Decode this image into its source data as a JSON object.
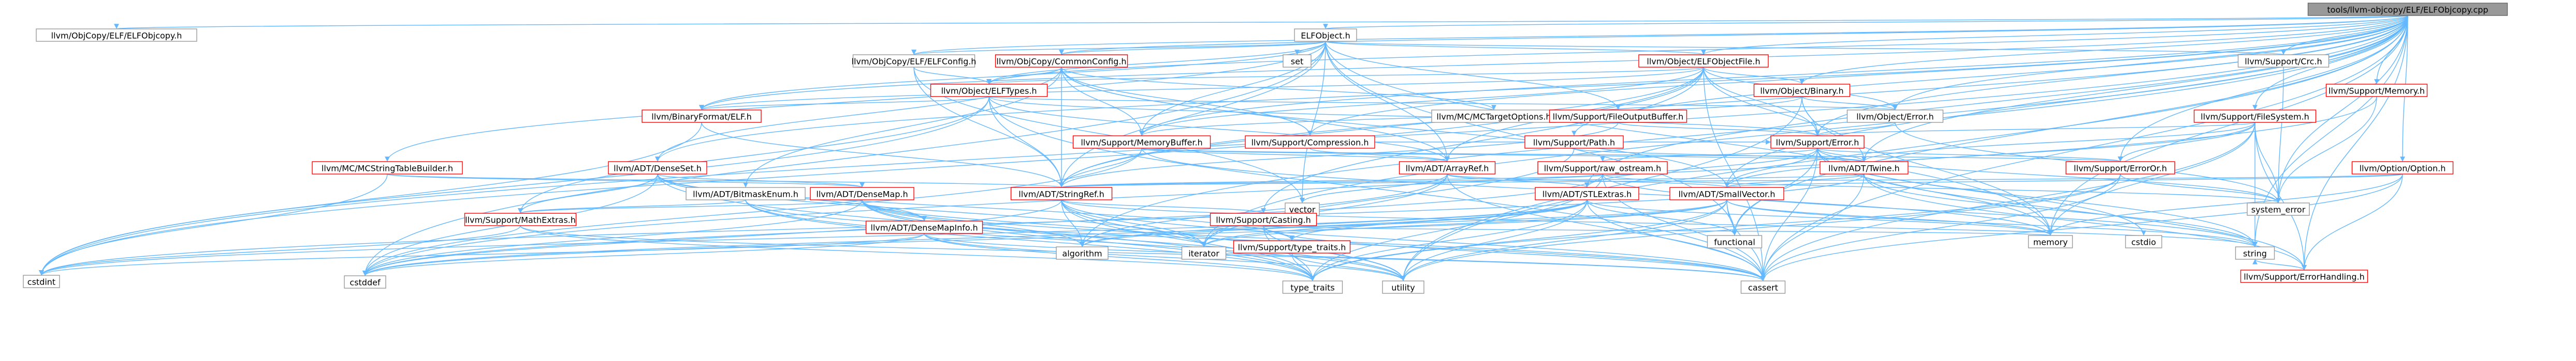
{
  "title": "",
  "colors": {
    "edge": "#63b8ff",
    "node_fill": "#ffffff",
    "node_border_normal": "#999999",
    "node_border_linked": "#ff0000",
    "root_fill": "#999999",
    "root_border": "#666666",
    "text": "#000000"
  },
  "nodes": [
    {
      "id": "root",
      "label": "tools/llvm-objcopy/ELF/ELFObjcopy.cpp",
      "kind": "root"
    },
    {
      "id": "elfobjcopy_h",
      "label": "llvm/ObjCopy/ELF/ELFObjcopy.h",
      "kind": "normal"
    },
    {
      "id": "elfobject_h",
      "label": "ELFObject.h",
      "kind": "normal"
    },
    {
      "id": "set",
      "label": "set",
      "kind": "normal"
    },
    {
      "id": "elfconfig_h",
      "label": "llvm/ObjCopy/ELF/ELFConfig.h",
      "kind": "normal"
    },
    {
      "id": "commonconfig_h",
      "label": "llvm/ObjCopy/CommonConfig.h",
      "kind": "linked"
    },
    {
      "id": "elfobjectfile_h",
      "label": "llvm/Object/ELFObjectFile.h",
      "kind": "linked"
    },
    {
      "id": "crc_h",
      "label": "llvm/Support/Crc.h",
      "kind": "normal"
    },
    {
      "id": "memory_h",
      "label": "llvm/Support/Memory.h",
      "kind": "linked"
    },
    {
      "id": "elftypes_h",
      "label": "llvm/Object/ELFTypes.h",
      "kind": "linked"
    },
    {
      "id": "binary_h",
      "label": "llvm/Object/Binary.h",
      "kind": "linked"
    },
    {
      "id": "binaryformat_elf_h",
      "label": "llvm/BinaryFormat/ELF.h",
      "kind": "linked"
    },
    {
      "id": "mctargetoptions_h",
      "label": "llvm/MC/MCTargetOptions.h",
      "kind": "normal"
    },
    {
      "id": "fileoutputbuffer_h",
      "label": "llvm/Support/FileOutputBuffer.h",
      "kind": "linked"
    },
    {
      "id": "object_error_h",
      "label": "llvm/Object/Error.h",
      "kind": "normal"
    },
    {
      "id": "filesystem_h",
      "label": "llvm/Support/FileSystem.h",
      "kind": "linked"
    },
    {
      "id": "memorybuffer_h",
      "label": "llvm/Support/MemoryBuffer.h",
      "kind": "linked"
    },
    {
      "id": "compression_h",
      "label": "llvm/Support/Compression.h",
      "kind": "linked"
    },
    {
      "id": "path_h",
      "label": "llvm/Support/Path.h",
      "kind": "linked"
    },
    {
      "id": "error_h",
      "label": "llvm/Support/Error.h",
      "kind": "linked"
    },
    {
      "id": "mcstrtab_h",
      "label": "llvm/MC/MCStringTableBuilder.h",
      "kind": "linked"
    },
    {
      "id": "denseset_h",
      "label": "llvm/ADT/DenseSet.h",
      "kind": "linked"
    },
    {
      "id": "arrayref_h",
      "label": "llvm/ADT/ArrayRef.h",
      "kind": "linked"
    },
    {
      "id": "rawostream_h",
      "label": "llvm/Support/raw_ostream.h",
      "kind": "linked"
    },
    {
      "id": "twine_h",
      "label": "llvm/ADT/Twine.h",
      "kind": "linked"
    },
    {
      "id": "erroror_h",
      "label": "llvm/Support/ErrorOr.h",
      "kind": "linked"
    },
    {
      "id": "option_h",
      "label": "llvm/Option/Option.h",
      "kind": "linked"
    },
    {
      "id": "bitmaskenum_h",
      "label": "llvm/ADT/BitmaskEnum.h",
      "kind": "normal"
    },
    {
      "id": "densemap_h",
      "label": "llvm/ADT/DenseMap.h",
      "kind": "linked"
    },
    {
      "id": "stringref_h",
      "label": "llvm/ADT/StringRef.h",
      "kind": "linked"
    },
    {
      "id": "stlextras_h",
      "label": "llvm/ADT/STLExtras.h",
      "kind": "linked"
    },
    {
      "id": "smallvector_h",
      "label": "llvm/ADT/SmallVector.h",
      "kind": "linked"
    },
    {
      "id": "vector",
      "label": "vector",
      "kind": "normal"
    },
    {
      "id": "system_error",
      "label": "system_error",
      "kind": "normal"
    },
    {
      "id": "casting_h",
      "label": "llvm/Support/Casting.h",
      "kind": "linked"
    },
    {
      "id": "mathextras_h",
      "label": "llvm/Support/MathExtras.h",
      "kind": "linked"
    },
    {
      "id": "densemapinfo_h",
      "label": "llvm/ADT/DenseMapInfo.h",
      "kind": "linked"
    },
    {
      "id": "typetraits_sup_h",
      "label": "llvm/Support/type_traits.h",
      "kind": "linked"
    },
    {
      "id": "functional",
      "label": "functional",
      "kind": "normal"
    },
    {
      "id": "memory",
      "label": "memory",
      "kind": "normal"
    },
    {
      "id": "cstdio",
      "label": "cstdio",
      "kind": "normal"
    },
    {
      "id": "string",
      "label": "string",
      "kind": "normal"
    },
    {
      "id": "errorhandling_h",
      "label": "llvm/Support/ErrorHandling.h",
      "kind": "linked"
    },
    {
      "id": "algorithm",
      "label": "algorithm",
      "kind": "normal"
    },
    {
      "id": "iterator",
      "label": "iterator",
      "kind": "normal"
    },
    {
      "id": "cstdint",
      "label": "cstdint",
      "kind": "normal"
    },
    {
      "id": "cstddef",
      "label": "cstddef",
      "kind": "normal"
    },
    {
      "id": "type_traits",
      "label": "type_traits",
      "kind": "normal"
    },
    {
      "id": "utility",
      "label": "utility",
      "kind": "normal"
    },
    {
      "id": "cassert",
      "label": "cassert",
      "kind": "normal"
    }
  ],
  "edges": [
    [
      "root",
      "elfobjcopy_h"
    ],
    [
      "root",
      "elfobject_h"
    ],
    [
      "root",
      "elfconfig_h"
    ],
    [
      "root",
      "commonconfig_h"
    ],
    [
      "root",
      "elfobjectfile_h"
    ],
    [
      "root",
      "crc_h"
    ],
    [
      "root",
      "memory_h"
    ],
    [
      "root",
      "binary_h"
    ],
    [
      "root",
      "object_error_h"
    ],
    [
      "root",
      "filesystem_h"
    ],
    [
      "root",
      "memorybuffer_h"
    ],
    [
      "root",
      "compression_h"
    ],
    [
      "root",
      "path_h"
    ],
    [
      "root",
      "error_h"
    ],
    [
      "root",
      "denseset_h"
    ],
    [
      "root",
      "twine_h"
    ],
    [
      "root",
      "erroror_h"
    ],
    [
      "root",
      "option_h"
    ],
    [
      "root",
      "stringref_h"
    ],
    [
      "root",
      "stlextras_h"
    ],
    [
      "root",
      "smallvector_h"
    ],
    [
      "root",
      "functional"
    ],
    [
      "root",
      "memory"
    ],
    [
      "root",
      "string"
    ],
    [
      "root",
      "system_error"
    ],
    [
      "root",
      "errorhandling_h"
    ],
    [
      "root",
      "algorithm"
    ],
    [
      "root",
      "cstdint"
    ],
    [
      "root",
      "utility"
    ],
    [
      "root",
      "cassert"
    ],
    [
      "root",
      "iterator"
    ],
    [
      "root",
      "binaryformat_elf_h"
    ],
    [
      "root",
      "elftypes_h"
    ],
    [
      "elfobject_h",
      "set"
    ],
    [
      "elfobject_h",
      "commonconfig_h"
    ],
    [
      "elfobject_h",
      "elfobjectfile_h"
    ],
    [
      "elfobject_h",
      "crc_h"
    ],
    [
      "elfobject_h",
      "memorybuffer_h"
    ],
    [
      "elfobject_h",
      "fileoutputbuffer_h"
    ],
    [
      "elfobject_h",
      "mcstrtab_h"
    ],
    [
      "elfobject_h",
      "arrayref_h"
    ],
    [
      "elfobject_h",
      "stringref_h"
    ],
    [
      "elfobject_h",
      "binaryformat_elf_h"
    ],
    [
      "elfobject_h",
      "elfconfig_h"
    ],
    [
      "elfobject_h",
      "elftypes_h"
    ],
    [
      "elfobject_h",
      "vector"
    ],
    [
      "elfobject_h",
      "cstddef"
    ],
    [
      "elfobject_h",
      "functional"
    ],
    [
      "elfobject_h",
      "memory"
    ],
    [
      "elfconfig_h",
      "elftypes_h"
    ],
    [
      "elfconfig_h",
      "stringref_h"
    ],
    [
      "elfconfig_h",
      "vector"
    ],
    [
      "commonconfig_h",
      "elftypes_h"
    ],
    [
      "commonconfig_h",
      "mctargetoptions_h"
    ],
    [
      "commonconfig_h",
      "compression_h"
    ],
    [
      "commonconfig_h",
      "denseset_h"
    ],
    [
      "commonconfig_h",
      "stringref_h"
    ],
    [
      "commonconfig_h",
      "smallvector_h"
    ],
    [
      "commonconfig_h",
      "memorybuffer_h"
    ],
    [
      "commonconfig_h",
      "bitmaskenum_h"
    ],
    [
      "commonconfig_h",
      "arrayref_h"
    ],
    [
      "elfobjectfile_h",
      "elftypes_h"
    ],
    [
      "elfobjectfile_h",
      "binary_h"
    ],
    [
      "elfobjectfile_h",
      "binaryformat_elf_h"
    ],
    [
      "elfobjectfile_h",
      "object_error_h"
    ],
    [
      "elfobjectfile_h",
      "error_h"
    ],
    [
      "elfobjectfile_h",
      "arrayref_h"
    ],
    [
      "elfobjectfile_h",
      "stringref_h"
    ],
    [
      "elfobjectfile_h",
      "casting_h"
    ],
    [
      "elfobjectfile_h",
      "memorybuffer_h"
    ],
    [
      "elfobjectfile_h",
      "cassert"
    ],
    [
      "elfobjectfile_h",
      "cstdint"
    ],
    [
      "elfobjectfile_h",
      "twine_h"
    ],
    [
      "crc_h",
      "system_error"
    ],
    [
      "memory_h",
      "system_error"
    ],
    [
      "memory_h",
      "cstddef"
    ],
    [
      "elftypes_h",
      "binaryformat_elf_h"
    ],
    [
      "elftypes_h",
      "object_error_h"
    ],
    [
      "elftypes_h",
      "error_h"
    ],
    [
      "elftypes_h",
      "arrayref_h"
    ],
    [
      "elftypes_h",
      "stringref_h"
    ],
    [
      "elftypes_h",
      "mathextras_h"
    ],
    [
      "elftypes_h",
      "cassert"
    ],
    [
      "elftypes_h",
      "cstdint"
    ],
    [
      "elftypes_h",
      "cstring"
    ],
    [
      "binary_h",
      "error_h"
    ],
    [
      "binary_h",
      "memorybuffer_h"
    ],
    [
      "binary_h",
      "object_error_h"
    ],
    [
      "binary_h",
      "memory"
    ],
    [
      "binary_h",
      "utility"
    ],
    [
      "binaryformat_elf_h",
      "stringref_h"
    ],
    [
      "binaryformat_elf_h",
      "cstdint"
    ],
    [
      "fileoutputbuffer_h",
      "error_h"
    ],
    [
      "fileoutputbuffer_h",
      "stringref_h"
    ],
    [
      "object_error_h",
      "error_h"
    ],
    [
      "object_error_h",
      "system_error"
    ],
    [
      "filesystem_h",
      "error_h"
    ],
    [
      "filesystem_h",
      "erroror_h"
    ],
    [
      "filesystem_h",
      "twine_h"
    ],
    [
      "filesystem_h",
      "smallvector_h"
    ],
    [
      "filesystem_h",
      "system_error"
    ],
    [
      "filesystem_h",
      "string"
    ],
    [
      "filesystem_h",
      "memory"
    ],
    [
      "filesystem_h",
      "cassert"
    ],
    [
      "filesystem_h",
      "errorhandling_h"
    ],
    [
      "memorybuffer_h",
      "erroror_h"
    ],
    [
      "memorybuffer_h",
      "arrayref_h"
    ],
    [
      "memorybuffer_h",
      "twine_h"
    ],
    [
      "memorybuffer_h",
      "stringref_h"
    ],
    [
      "memorybuffer_h",
      "cstddef"
    ],
    [
      "memorybuffer_h",
      "memory"
    ],
    [
      "compression_h",
      "arrayref_h"
    ],
    [
      "compression_h",
      "error_h"
    ],
    [
      "path_h",
      "twine_h"
    ],
    [
      "path_h",
      "iterator"
    ],
    [
      "error_h",
      "errorhandling_h"
    ],
    [
      "error_h",
      "erroror_h"
    ],
    [
      "error_h",
      "twine_h"
    ],
    [
      "error_h",
      "rawostream_h"
    ],
    [
      "error_h",
      "stlextras_h"
    ],
    [
      "error_h",
      "smallvector_h"
    ],
    [
      "error_h",
      "functional"
    ],
    [
      "error_h",
      "memory"
    ],
    [
      "error_h",
      "string"
    ],
    [
      "error_h",
      "system_error"
    ],
    [
      "error_h",
      "cstdio"
    ],
    [
      "error_h",
      "cassert"
    ],
    [
      "mcstrtab_h",
      "stringref_h"
    ],
    [
      "mcstrtab_h",
      "densemap_h"
    ],
    [
      "mcstrtab_h",
      "cstdint"
    ],
    [
      "denseset_h",
      "densemap_h"
    ],
    [
      "denseset_h",
      "densemapinfo_h"
    ],
    [
      "denseset_h",
      "mathextras_h"
    ],
    [
      "denseset_h",
      "typetraits_sup_h"
    ],
    [
      "denseset_h",
      "cstddef"
    ],
    [
      "denseset_h",
      "iterator"
    ],
    [
      "denseset_h",
      "type_traits"
    ],
    [
      "arrayref_h",
      "stlextras_h"
    ],
    [
      "arrayref_h",
      "smallvector_h"
    ],
    [
      "arrayref_h",
      "vector"
    ],
    [
      "arrayref_h",
      "iterator"
    ],
    [
      "arrayref_h",
      "algorithm"
    ],
    [
      "arrayref_h",
      "cassert"
    ],
    [
      "arrayref_h",
      "array_h"
    ],
    [
      "rawostream_h",
      "stringref_h"
    ],
    [
      "rawostream_h",
      "cstddef"
    ],
    [
      "rawostream_h",
      "cassert"
    ],
    [
      "rawostream_h",
      "string"
    ],
    [
      "rawostream_h",
      "system_error"
    ],
    [
      "rawostream_h",
      "type_traits"
    ],
    [
      "twine_h",
      "smallvector_h"
    ],
    [
      "twine_h",
      "stringref_h"
    ],
    [
      "twine_h",
      "errorhandling_h"
    ],
    [
      "twine_h",
      "cassert"
    ],
    [
      "twine_h",
      "cstdint"
    ],
    [
      "twine_h",
      "string"
    ],
    [
      "erroror_h",
      "alignOf"
    ],
    [
      "erroror_h",
      "cassert"
    ],
    [
      "erroror_h",
      "system_error"
    ],
    [
      "erroror_h",
      "type_traits"
    ],
    [
      "erroror_h",
      "utility"
    ],
    [
      "option_h",
      "smallvector_h"
    ],
    [
      "option_h",
      "stringref_h"
    ],
    [
      "option_h",
      "errorhandling_h"
    ],
    [
      "option_h",
      "cassert"
    ],
    [
      "option_h",
      "memory"
    ],
    [
      "bitmaskenum_h",
      "mathextras_h"
    ],
    [
      "bitmaskenum_h",
      "cassert"
    ],
    [
      "bitmaskenum_h",
      "type_traits"
    ],
    [
      "bitmaskenum_h",
      "utility"
    ],
    [
      "densemap_h",
      "densemapinfo_h"
    ],
    [
      "densemap_h",
      "mathextras_h"
    ],
    [
      "densemap_h",
      "algorithm"
    ],
    [
      "densemap_h",
      "cassert"
    ],
    [
      "densemap_h",
      "cstddef"
    ],
    [
      "densemap_h",
      "iterator"
    ],
    [
      "densemap_h",
      "type_traits"
    ],
    [
      "densemap_h",
      "utility"
    ],
    [
      "stringref_h",
      "casting_h"
    ],
    [
      "stringref_h",
      "algorithm"
    ],
    [
      "stringref_h",
      "cassert"
    ],
    [
      "stringref_h",
      "cstddef"
    ],
    [
      "stringref_h",
      "iterator"
    ],
    [
      "stringref_h",
      "string"
    ],
    [
      "stringref_h",
      "type_traits"
    ],
    [
      "stringref_h",
      "utility"
    ],
    [
      "stlextras_h",
      "typetraits_sup_h"
    ],
    [
      "stlextras_h",
      "algorithm"
    ],
    [
      "stlextras_h",
      "cassert"
    ],
    [
      "stlextras_h",
      "cstddef"
    ],
    [
      "stlextras_h",
      "cstdint"
    ],
    [
      "stlextras_h",
      "functional"
    ],
    [
      "stlextras_h",
      "iterator"
    ],
    [
      "stlextras_h",
      "memory"
    ],
    [
      "stlextras_h",
      "type_traits"
    ],
    [
      "stlextras_h",
      "utility"
    ],
    [
      "smallvector_h",
      "algorithm"
    ],
    [
      "smallvector_h",
      "cassert"
    ],
    [
      "smallvector_h",
      "cstddef"
    ],
    [
      "smallvector_h",
      "functional"
    ],
    [
      "smallvector_h",
      "iterator"
    ],
    [
      "smallvector_h",
      "memory"
    ],
    [
      "smallvector_h",
      "string"
    ],
    [
      "smallvector_h",
      "type_traits"
    ],
    [
      "smallvector_h",
      "utility"
    ],
    [
      "casting_h",
      "typetraits_sup_h"
    ],
    [
      "casting_h",
      "cassert"
    ],
    [
      "casting_h",
      "memory"
    ],
    [
      "casting_h",
      "type_traits"
    ],
    [
      "casting_h",
      "utility"
    ],
    [
      "mathextras_h",
      "cstdint"
    ],
    [
      "mathextras_h",
      "type_traits"
    ],
    [
      "mathextras_h",
      "cassert"
    ],
    [
      "densemapinfo_h",
      "cassert"
    ],
    [
      "densemapinfo_h",
      "cstddef"
    ],
    [
      "densemapinfo_h",
      "cstdint"
    ],
    [
      "densemapinfo_h",
      "type_traits"
    ],
    [
      "densemapinfo_h",
      "utility"
    ],
    [
      "typetraits_sup_h",
      "type_traits"
    ],
    [
      "typetraits_sup_h",
      "utility"
    ],
    [
      "errorhandling_h",
      "string"
    ]
  ]
}
